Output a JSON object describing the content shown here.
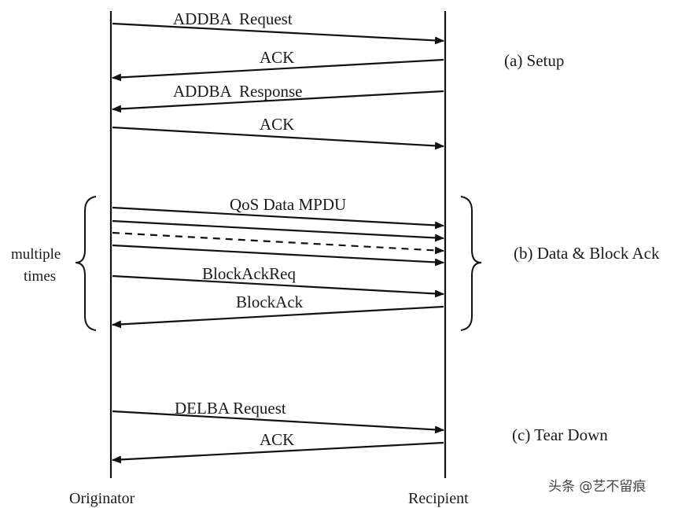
{
  "actors": {
    "originator": "Originator",
    "recipient": "Recipient"
  },
  "messages": [
    {
      "label": "ADDBA  Request",
      "direction": "to-recipient",
      "style": "solid"
    },
    {
      "label": "ACK",
      "direction": "to-originator",
      "style": "solid"
    },
    {
      "label": "ADDBA  Response",
      "direction": "to-originator",
      "style": "solid"
    },
    {
      "label": "ACK",
      "direction": "to-recipient",
      "style": "solid"
    },
    {
      "label": "QoS Data MPDU",
      "direction": "to-recipient",
      "style": "solid"
    },
    {
      "label": "",
      "direction": "to-recipient",
      "style": "solid"
    },
    {
      "label": "",
      "direction": "to-recipient",
      "style": "dashed"
    },
    {
      "label": "",
      "direction": "to-recipient",
      "style": "solid"
    },
    {
      "label": "BlockAckReq",
      "direction": "to-recipient",
      "style": "solid"
    },
    {
      "label": "BlockAck",
      "direction": "to-originator",
      "style": "solid"
    },
    {
      "label": "DELBA Request",
      "direction": "to-recipient",
      "style": "solid"
    },
    {
      "label": "ACK",
      "direction": "to-originator",
      "style": "solid"
    }
  ],
  "phases": {
    "setup": "(a) Setup",
    "data": "(b) Data & Block Ack",
    "teardown": "(c) Tear Down"
  },
  "repeat_label": {
    "line1": "multiple",
    "line2": "times"
  },
  "watermark": "头条 @艺不留痕",
  "colors": {
    "line": "#111111",
    "background": "#ffffff"
  }
}
